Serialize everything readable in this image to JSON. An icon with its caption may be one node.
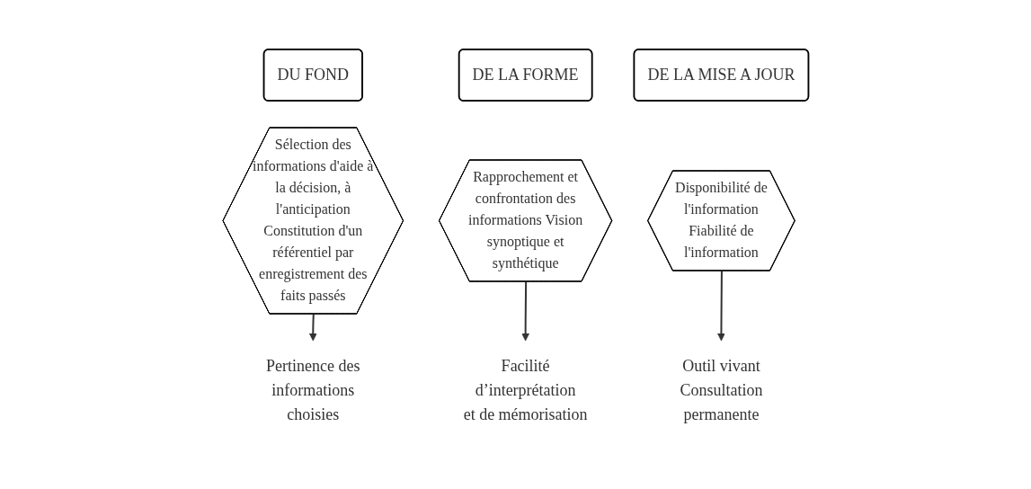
{
  "diagram": {
    "nodes": [
      {
        "text": [
          "DU FOND"
        ]
      },
      {
        "text": [
          "Sélection des informations d'aide à la décision, à l'anticipation Constitution d'un référentiel par enregistrement des faits passés"
        ]
      },
      {
        "text": [
          "Pertinence des informations choisies"
        ]
      },
      {
        "text": [
          "DE LA FORME"
        ]
      },
      {
        "text": [
          "Rapprochement et confrontation des informations Vision synoptique et synthétique"
        ]
      },
      {
        "text": [
          "Facilité d’interprétation et de mémorisation"
        ]
      },
      {
        "text": [
          "DE LA MISE A JOUR"
        ]
      },
      {
        "text": [
          "Disponibilité de l'information Fiabilité de l'information"
        ]
      },
      {
        "text": [
          "Outil vivant Consultation permanente"
        ]
      }
    ],
    "edges": [
      {
        "from": 1,
        "to": 2,
        "arrow": "to"
      },
      {
        "from": 4,
        "to": 5,
        "arrow": "to"
      },
      {
        "from": 7,
        "to": 8,
        "arrow": "to"
      }
    ]
  }
}
